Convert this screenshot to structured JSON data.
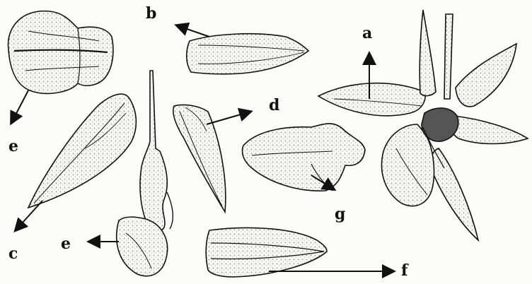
{
  "labels": {
    "a": "a",
    "b": "b",
    "c": "c",
    "d": "d",
    "e_top": "e",
    "e_bottom": "e",
    "f": "f",
    "g": "g"
  },
  "colors": {
    "ink": "#111111",
    "paper": "#fbfbf8",
    "shade": "#9a9a94"
  }
}
